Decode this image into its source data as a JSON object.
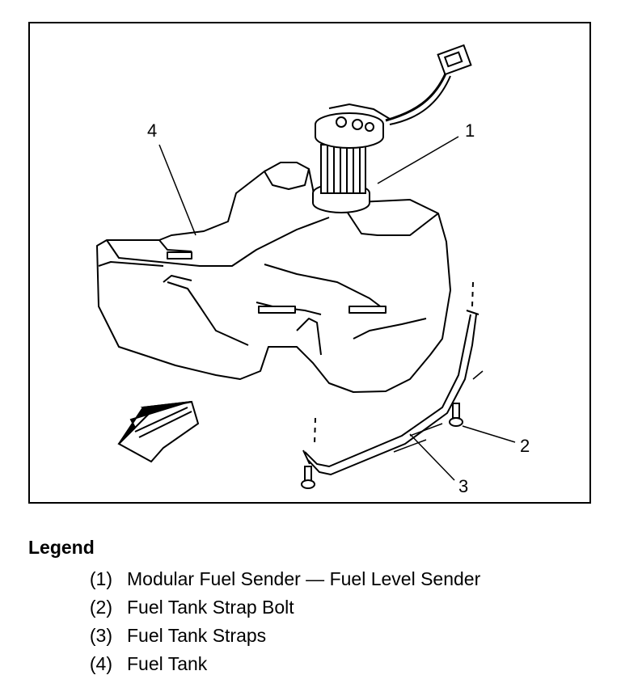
{
  "diagram": {
    "callouts": [
      "1",
      "2",
      "3",
      "4"
    ]
  },
  "legend": {
    "title": "Legend",
    "items": [
      {
        "num": "(1)",
        "text": "Modular Fuel Sender — Fuel Level Sender"
      },
      {
        "num": "(2)",
        "text": "Fuel Tank Strap Bolt"
      },
      {
        "num": "(3)",
        "text": "Fuel Tank Straps"
      },
      {
        "num": "(4)",
        "text": "Fuel Tank"
      }
    ]
  }
}
